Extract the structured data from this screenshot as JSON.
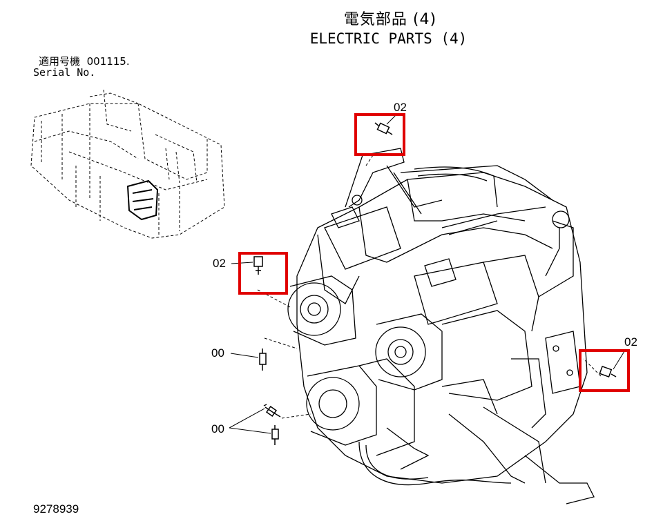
{
  "title": {
    "japanese": "電気部品 (4)",
    "english": "ELECTRIC PARTS (4)"
  },
  "serial": {
    "label_jp": "適用号機",
    "number": "001115.",
    "label_en": "Serial No."
  },
  "callouts": {
    "top": "02",
    "left": "02",
    "right": "02",
    "lower_single": "00",
    "lower_pair": "00"
  },
  "figure_number": "9278939",
  "colors": {
    "highlight": "#e00000",
    "line": "#000000"
  }
}
